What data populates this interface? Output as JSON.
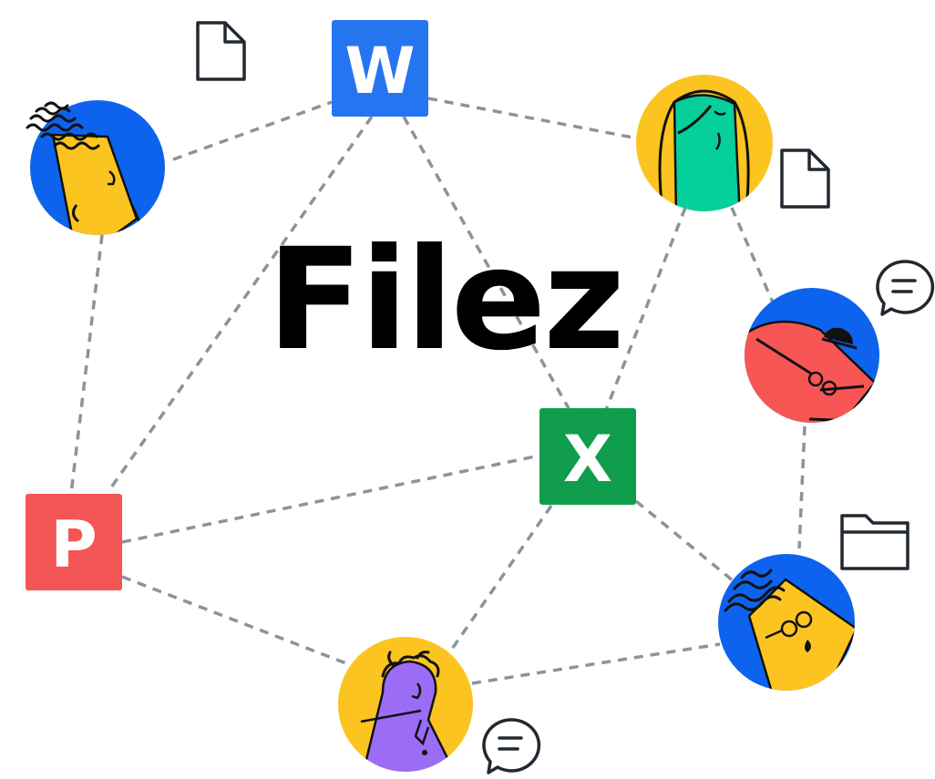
{
  "title": "Filez",
  "apps": {
    "word": {
      "letter": "W",
      "color": "#2575f0"
    },
    "excel": {
      "letter": "X",
      "color": "#0f9d4d"
    },
    "powerpoint": {
      "letter": "P",
      "color": "#f45555"
    }
  },
  "colors": {
    "line": "#8c939d",
    "blue": "#0d63ed",
    "yellow": "#fcc420",
    "green": "#05cf9b",
    "red": "#f85555",
    "purple": "#9b6cf6",
    "ink": "#111111",
    "icon_stroke": "#222831"
  },
  "icons": [
    "file-icon",
    "file-icon",
    "chat-bubble-icon",
    "folder-icon",
    "chat-bubble-icon"
  ]
}
